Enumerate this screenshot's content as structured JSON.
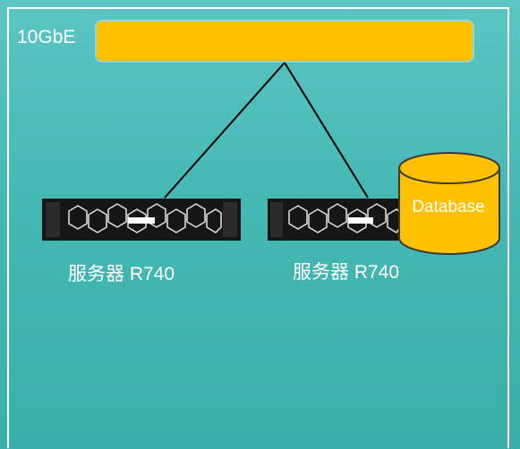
{
  "network": {
    "label": "10GbE",
    "color": "#ffc000"
  },
  "servers": [
    {
      "label": "服务器 R740"
    },
    {
      "label": "服务器 R740"
    }
  ],
  "database": {
    "label": "Database",
    "color": "#ffc000"
  }
}
